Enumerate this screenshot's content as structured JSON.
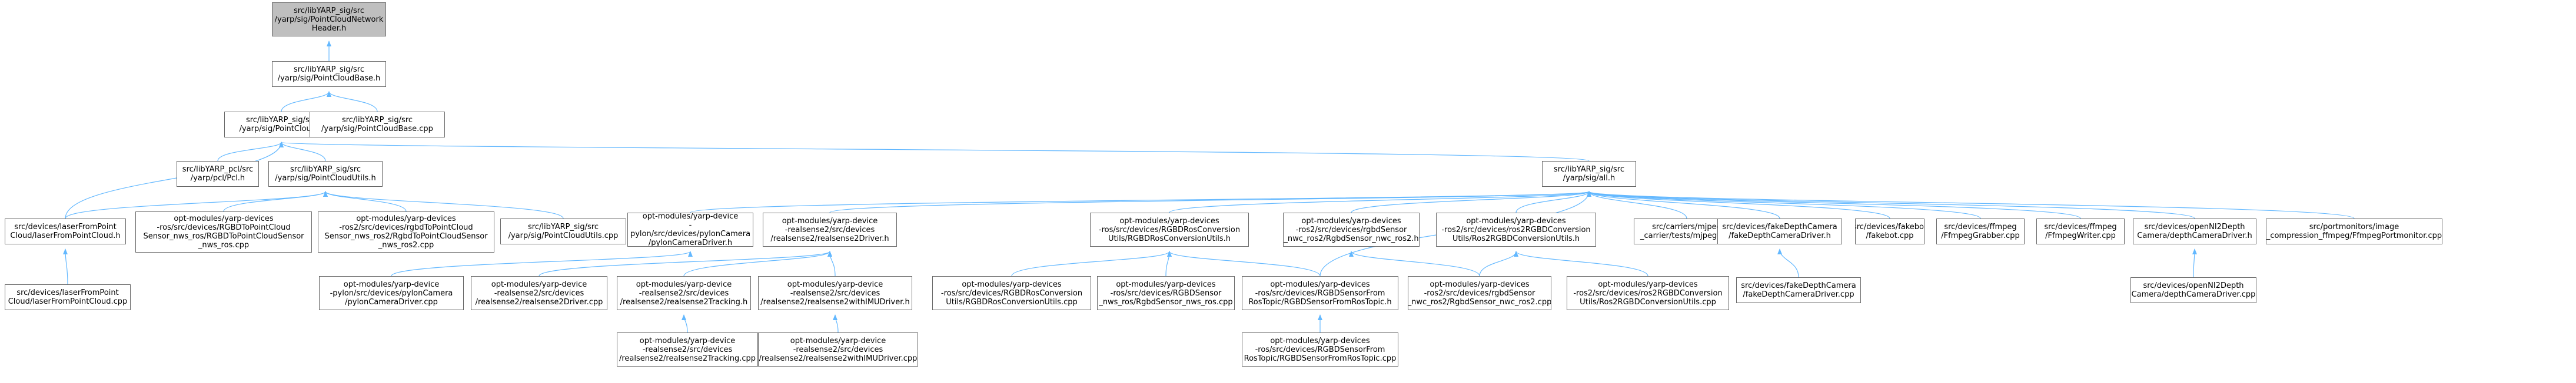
{
  "graph": {
    "edge_color": "#63b8ff",
    "node_border_color": "#666666",
    "focus_fill": "#bfbfbf",
    "nodes": [
      {
        "id": "pcnh",
        "label": "src/libYARP_sig/src\n/yarp/sig/PointCloudNetwork\nHeader.h",
        "focus": true
      },
      {
        "id": "pcb",
        "label": "src/libYARP_sig/src\n/yarp/sig/PointCloudBase.h"
      },
      {
        "id": "pc",
        "label": "src/libYARP_sig/src\n/yarp/sig/PointCloud.h"
      },
      {
        "id": "pcbcpp",
        "label": "src/libYARP_sig/src\n/yarp/sig/PointCloudBase.cpp"
      },
      {
        "id": "pcl",
        "label": "src/libYARP_pcl/src\n/yarp/pcl/Pcl.h"
      },
      {
        "id": "pcu",
        "label": "src/libYARP_sig/src\n/yarp/sig/PointCloudUtils.h"
      },
      {
        "id": "all",
        "label": "src/libYARP_sig/src\n/yarp/sig/all.h"
      },
      {
        "id": "lfpc",
        "label": "src/devices/laserFromPoint\nCloud/laserFromPointCloud.h"
      },
      {
        "id": "rgbdpc",
        "label": "opt-modules/yarp-devices\n-ros/src/devices/RGBDToPointCloud\nSensor_nws_ros/RGBDToPointCloudSensor\n_nws_ros.cpp"
      },
      {
        "id": "rgbdpc2",
        "label": "opt-modules/yarp-devices\n-ros2/src/devices/rgbdToPointCloud\nSensor_nws_ros2/RgbdToPointCloudSensor\n_nws_ros2.cpp"
      },
      {
        "id": "pcucpp",
        "label": "src/libYARP_sig/src\n/yarp/sig/PointCloudUtils.cpp"
      },
      {
        "id": "lfpccpp",
        "label": "src/devices/laserFromPoint\nCloud/laserFromPointCloud.cpp"
      },
      {
        "id": "pylonh",
        "label": "opt-modules/yarp-device\n-pylon/src/devices/pylonCamera\n/pylonCameraDriver.h"
      },
      {
        "id": "rs2h",
        "label": "opt-modules/yarp-device\n-realsense2/src/devices\n/realsense2/realsense2Driver.h"
      },
      {
        "id": "rgbdrosh",
        "label": "opt-modules/yarp-devices\n-ros/src/devices/RGBDRosConversion\nUtils/RGBDRosConversionUtils.h"
      },
      {
        "id": "rgbdros2h",
        "label": "opt-modules/yarp-devices\n-ros2/src/devices/rgbdSensor\n_nwc_ros2/RgbdSensor_nwc_ros2.h"
      },
      {
        "id": "ros2convh",
        "label": "opt-modules/yarp-devices\n-ros2/src/devices/ros2RGBDConversion\nUtils/Ros2RGBDConversionUtils.h"
      },
      {
        "id": "mjpeg",
        "label": "src/carriers/mjpeg\n_carrier/tests/mjpeg.cpp"
      },
      {
        "id": "fakedepthh",
        "label": "src/devices/fakeDepthCamera\n/fakeDepthCameraDriver.h"
      },
      {
        "id": "fakebot",
        "label": "src/devices/fakebot\n/fakebot.cpp"
      },
      {
        "id": "ffgrab",
        "label": "src/devices/ffmpeg\n/FfmpegGrabber.cpp"
      },
      {
        "id": "ffwrite",
        "label": "src/devices/ffmpeg\n/FfmpegWriter.cpp"
      },
      {
        "id": "openni2h",
        "label": "src/devices/openNI2Depth\nCamera/depthCameraDriver.h"
      },
      {
        "id": "ffmon",
        "label": "src/portmonitors/image\n_compression_ffmpeg/FfmpegPortmonitor.cpp"
      },
      {
        "id": "pyloncpp",
        "label": "opt-modules/yarp-device\n-pylon/src/devices/pylonCamera\n/pylonCameraDriver.cpp"
      },
      {
        "id": "rs2cpp",
        "label": "opt-modules/yarp-device\n-realsense2/src/devices\n/realsense2/realsense2Driver.cpp"
      },
      {
        "id": "rs2trackh",
        "label": "opt-modules/yarp-device\n-realsense2/src/devices\n/realsense2/realsense2Tracking.h"
      },
      {
        "id": "rs2imuh",
        "label": "opt-modules/yarp-device\n-realsense2/src/devices\n/realsense2/realsense2withIMUDriver.h"
      },
      {
        "id": "rgbdroscpp",
        "label": "opt-modules/yarp-devices\n-ros/src/devices/RGBDRosConversion\nUtils/RGBDRosConversionUtils.cpp"
      },
      {
        "id": "rgbdnwsros",
        "label": "opt-modules/yarp-devices\n-ros/src/devices/RGBDSensor\n_nws_ros/RgbdSensor_nws_ros.cpp"
      },
      {
        "id": "rgbdtopich",
        "label": "opt-modules/yarp-devices\n-ros/src/devices/RGBDSensorFrom\nRosTopic/RGBDSensorFromRosTopic.h"
      },
      {
        "id": "rgbdros2cpp",
        "label": "opt-modules/yarp-devices\n-ros2/src/devices/rgbdSensor\n_nwc_ros2/RgbdSensor_nwc_ros2.cpp"
      },
      {
        "id": "ros2convcpp",
        "label": "opt-modules/yarp-devices\n-ros2/src/devices/ros2RGBDConversion\nUtils/Ros2RGBDConversionUtils.cpp"
      },
      {
        "id": "fakedepthcpp",
        "label": "src/devices/fakeDepthCamera\n/fakeDepthCameraDriver.cpp"
      },
      {
        "id": "openni2cpp",
        "label": "src/devices/openNI2Depth\nCamera/depthCameraDriver.cpp"
      },
      {
        "id": "rs2trackcpp",
        "label": "opt-modules/yarp-device\n-realsense2/src/devices\n/realsense2/realsense2Tracking.cpp"
      },
      {
        "id": "rs2imucpp",
        "label": "opt-modules/yarp-device\n-realsense2/src/devices\n/realsense2/realsense2withIMUDriver.cpp"
      },
      {
        "id": "rgbdtopiccpp",
        "label": "opt-modules/yarp-devices\n-ros/src/devices/RGBDSensorFrom\nRosTopic/RGBDSensorFromRosTopic.cpp"
      }
    ],
    "edges": [
      [
        "pcnh",
        "pcb"
      ],
      [
        "pcb",
        "pc"
      ],
      [
        "pcb",
        "pcbcpp"
      ],
      [
        "pc",
        "pcl"
      ],
      [
        "pc",
        "pcu"
      ],
      [
        "pc",
        "all"
      ],
      [
        "pc",
        "lfpc"
      ],
      [
        "pcu",
        "lfpc"
      ],
      [
        "pcu",
        "rgbdpc"
      ],
      [
        "pcu",
        "rgbdpc2"
      ],
      [
        "pcu",
        "pcucpp"
      ],
      [
        "lfpc",
        "lfpccpp"
      ],
      [
        "all",
        "pylonh"
      ],
      [
        "all",
        "rs2h"
      ],
      [
        "all",
        "rgbdrosh"
      ],
      [
        "all",
        "rgbdros2h"
      ],
      [
        "all",
        "ros2convh"
      ],
      [
        "all",
        "mjpeg"
      ],
      [
        "all",
        "fakedepthh"
      ],
      [
        "all",
        "fakebot"
      ],
      [
        "all",
        "ffgrab"
      ],
      [
        "all",
        "ffwrite"
      ],
      [
        "all",
        "openni2h"
      ],
      [
        "all",
        "ffmon"
      ],
      [
        "all",
        "rgbdtopich"
      ],
      [
        "pylonh",
        "pyloncpp"
      ],
      [
        "rs2h",
        "rs2cpp"
      ],
      [
        "rs2h",
        "rs2trackh"
      ],
      [
        "rs2h",
        "rs2imuh"
      ],
      [
        "rs2trackh",
        "rs2trackcpp"
      ],
      [
        "rs2imuh",
        "rs2imucpp"
      ],
      [
        "rgbdrosh",
        "rgbdroscpp"
      ],
      [
        "rgbdrosh",
        "rgbdnwsros"
      ],
      [
        "rgbdrosh",
        "rgbdtopich"
      ],
      [
        "rgbdtopich",
        "rgbdtopiccpp"
      ],
      [
        "rgbdros2h",
        "rgbdros2cpp"
      ],
      [
        "ros2convh",
        "rgbdros2cpp"
      ],
      [
        "ros2convh",
        "ros2convcpp"
      ],
      [
        "fakedepthh",
        "fakedepthcpp"
      ],
      [
        "openni2h",
        "openni2cpp"
      ]
    ]
  }
}
